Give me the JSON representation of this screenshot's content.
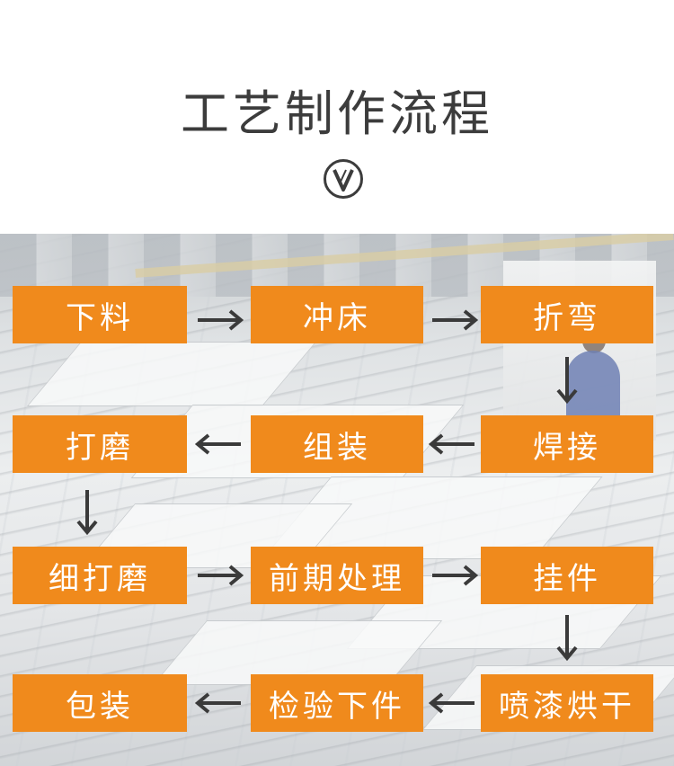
{
  "header": {
    "title": "工艺制作流程",
    "badge_icon": "v-circle-icon"
  },
  "colors": {
    "box": "#f08a1c",
    "box_text": "#ffffff",
    "arrow": "#3a3a3a",
    "title": "#3c3c3c"
  },
  "flow": {
    "row1": [
      "下料",
      "冲床",
      "折弯"
    ],
    "row2": [
      "打磨",
      "组装",
      "焊接"
    ],
    "row3": [
      "细打磨",
      "前期处理",
      "挂件"
    ],
    "row4": [
      "包装",
      "检验下件",
      "喷漆烘干"
    ]
  }
}
